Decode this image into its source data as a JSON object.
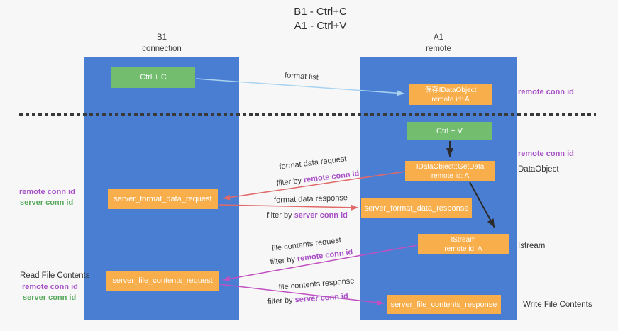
{
  "title": {
    "line1": "B1 - Ctrl+C",
    "line2": "A1 - Ctrl+V"
  },
  "lanes": {
    "left": {
      "name": "B1",
      "subtitle": "connection"
    },
    "right": {
      "name": "A1",
      "subtitle": "remote"
    }
  },
  "nodes": {
    "ctrl_c": "Ctrl + C",
    "save_idataobject": {
      "line1": "保存IDataObject",
      "line2": "remote id: A"
    },
    "ctrl_v": "Ctrl + V",
    "getdata": {
      "line1": "IDataObject::GetData",
      "line2": "remote id: A"
    },
    "format_request": "server_format_data_request",
    "format_response": "server_format_data_response",
    "istream": {
      "line1": "IStream",
      "line2": "remote id: A"
    },
    "file_request": "server_file_contents_request",
    "file_response": "server_file_contents_response"
  },
  "side_labels": {
    "remote_conn_id_top": "remote conn id",
    "remote_conn_id_mid": "remote conn id",
    "dataobject": "DataObject",
    "istream": "Istream",
    "write_file_contents": "Write File Contents",
    "read_file_contents": "Read File Contents",
    "left_remote_conn_id_1": "remote conn id",
    "left_server_conn_id_1": "server conn id",
    "left_remote_conn_id_2": "remote conn id",
    "left_server_conn_id_2": "server conn id"
  },
  "edge_labels": {
    "format_list": "format list",
    "format_data_request": "format data request",
    "filter_by_1_prefix": "filter by ",
    "filter_by_1_value": "remote conn id",
    "format_data_response": "format data response",
    "filter_by_2_prefix": "filter by ",
    "filter_by_2_value": "server conn id",
    "file_contents_request": "file contents request",
    "filter_by_3_prefix": "filter by ",
    "filter_by_3_value": "remote conn id",
    "file_contents_response": "file contents response",
    "filter_by_4_prefix": "filter by ",
    "filter_by_4_value": "server conn id"
  },
  "colors": {
    "lane_blue": "#4a7ed3",
    "node_orange": "#f8ae4b",
    "node_green": "#72bd6e",
    "remote_conn_id_purple": "#a74fc6",
    "server_conn_id_green": "#57a85c",
    "arrow_red": "#e06a6a",
    "arrow_magenta": "#c150c1",
    "arrow_light_blue": "#a9d3f0",
    "arrow_black": "#2b2b2b"
  }
}
